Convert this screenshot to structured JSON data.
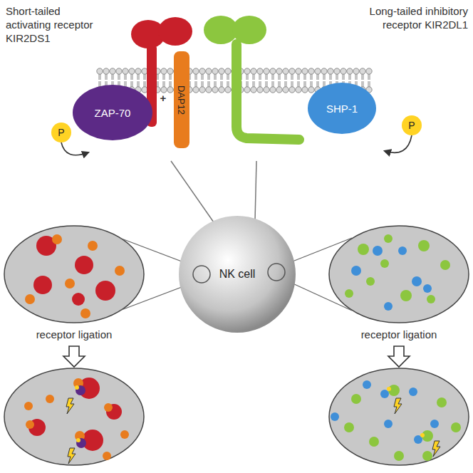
{
  "diagram": {
    "nodes": [
      {
        "text": [
          "ZAP-70"
        ]
      },
      {
        "text": [
          "P"
        ]
      },
      {
        "text": [
          "DAP12"
        ]
      },
      {
        "text": [
          "SHP-1"
        ]
      },
      {
        "text": [
          "P"
        ]
      },
      {
        "text": [
          "NK cell"
        ]
      }
    ],
    "labels": [
      "Short-tailed activating receptor KIR2DS1",
      "+",
      "Long-tailed inhibitory receptor KIR2DL1",
      "receptor ligation",
      "receptor ligation"
    ]
  }
}
